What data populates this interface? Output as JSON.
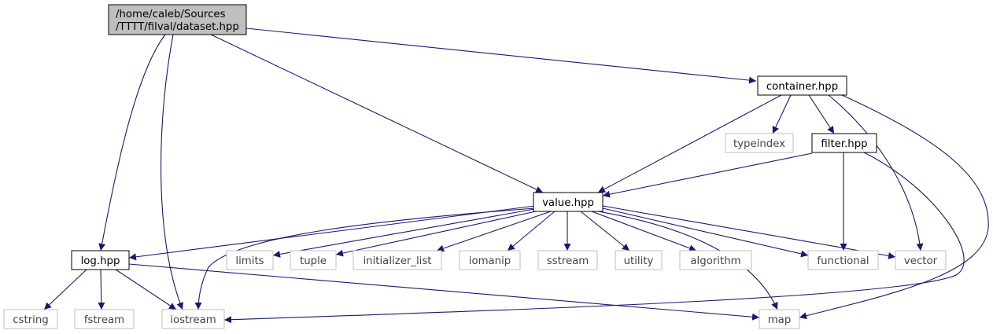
{
  "nodes": [
    {
      "id": "dataset",
      "lines": [
        "/home/caleb/Sources",
        "/TTTT/filval/dataset.hpp"
      ],
      "kind": "root"
    },
    {
      "id": "container",
      "lines": [
        "container.hpp"
      ],
      "kind": "local"
    },
    {
      "id": "typeindex",
      "lines": [
        "typeindex"
      ],
      "kind": "system"
    },
    {
      "id": "filter",
      "lines": [
        "filter.hpp"
      ],
      "kind": "local"
    },
    {
      "id": "value",
      "lines": [
        "value.hpp"
      ],
      "kind": "local"
    },
    {
      "id": "log",
      "lines": [
        "log.hpp"
      ],
      "kind": "local"
    },
    {
      "id": "limits",
      "lines": [
        "limits"
      ],
      "kind": "system"
    },
    {
      "id": "tuple",
      "lines": [
        "tuple"
      ],
      "kind": "system"
    },
    {
      "id": "initializer_list",
      "lines": [
        "initializer_list"
      ],
      "kind": "system"
    },
    {
      "id": "iomanip",
      "lines": [
        "iomanip"
      ],
      "kind": "system"
    },
    {
      "id": "sstream",
      "lines": [
        "sstream"
      ],
      "kind": "system"
    },
    {
      "id": "utility",
      "lines": [
        "utility"
      ],
      "kind": "system"
    },
    {
      "id": "algorithm",
      "lines": [
        "algorithm"
      ],
      "kind": "system"
    },
    {
      "id": "functional",
      "lines": [
        "functional"
      ],
      "kind": "system"
    },
    {
      "id": "vector",
      "lines": [
        "vector"
      ],
      "kind": "system"
    },
    {
      "id": "cstring",
      "lines": [
        "cstring"
      ],
      "kind": "system"
    },
    {
      "id": "fstream",
      "lines": [
        "fstream"
      ],
      "kind": "system"
    },
    {
      "id": "iostream",
      "lines": [
        "iostream"
      ],
      "kind": "system"
    },
    {
      "id": "map",
      "lines": [
        "map"
      ],
      "kind": "system"
    }
  ],
  "edges": [
    [
      "dataset",
      "container"
    ],
    [
      "dataset",
      "value"
    ],
    [
      "dataset",
      "log"
    ],
    [
      "dataset",
      "iostream"
    ],
    [
      "container",
      "typeindex"
    ],
    [
      "container",
      "filter"
    ],
    [
      "container",
      "value"
    ],
    [
      "container",
      "vector"
    ],
    [
      "container",
      "map"
    ],
    [
      "filter",
      "value"
    ],
    [
      "filter",
      "functional"
    ],
    [
      "filter",
      "iostream"
    ],
    [
      "value",
      "log"
    ],
    [
      "value",
      "limits"
    ],
    [
      "value",
      "tuple"
    ],
    [
      "value",
      "initializer_list"
    ],
    [
      "value",
      "iomanip"
    ],
    [
      "value",
      "sstream"
    ],
    [
      "value",
      "utility"
    ],
    [
      "value",
      "algorithm"
    ],
    [
      "value",
      "functional"
    ],
    [
      "value",
      "vector"
    ],
    [
      "value",
      "iostream"
    ],
    [
      "value",
      "map"
    ],
    [
      "log",
      "cstring"
    ],
    [
      "log",
      "fstream"
    ],
    [
      "log",
      "iostream"
    ],
    [
      "log",
      "map"
    ]
  ],
  "colors": {
    "edge": "#191970",
    "root_fill": "#bfbfbf",
    "root_stroke": "#000000",
    "local_stroke": "#000000",
    "system_stroke": "#bfbfbf"
  }
}
